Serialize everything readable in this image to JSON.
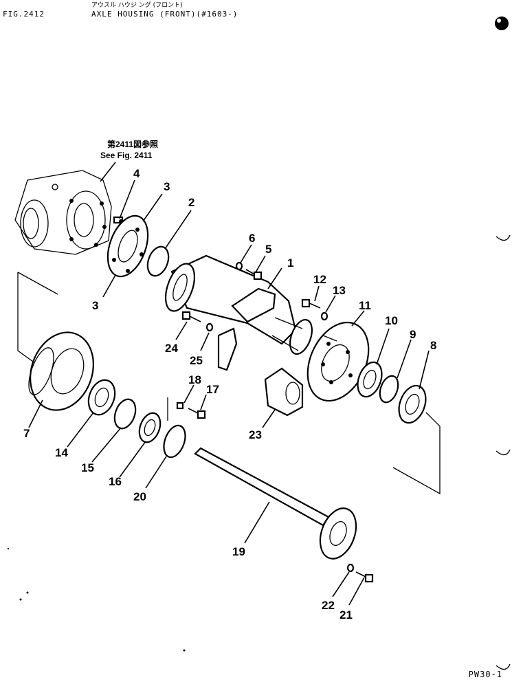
{
  "header": {
    "fig_id": "FIG.2412",
    "title_jp": "アウスル ハウジ ング (フロント)",
    "title_en": "AXLE HOUSING (FRONT)(#1603-)"
  },
  "note": {
    "jp": "第2411図参照",
    "en": "See Fig. 2411"
  },
  "callouts": [
    "1",
    "2",
    "3",
    "3",
    "4",
    "5",
    "6",
    "7",
    "8",
    "9",
    "10",
    "11",
    "12",
    "13",
    "14",
    "15",
    "16",
    "17",
    "18",
    "19",
    "20",
    "21",
    "22",
    "23",
    "24",
    "25"
  ],
  "footer": {
    "code": "PW30-1"
  }
}
